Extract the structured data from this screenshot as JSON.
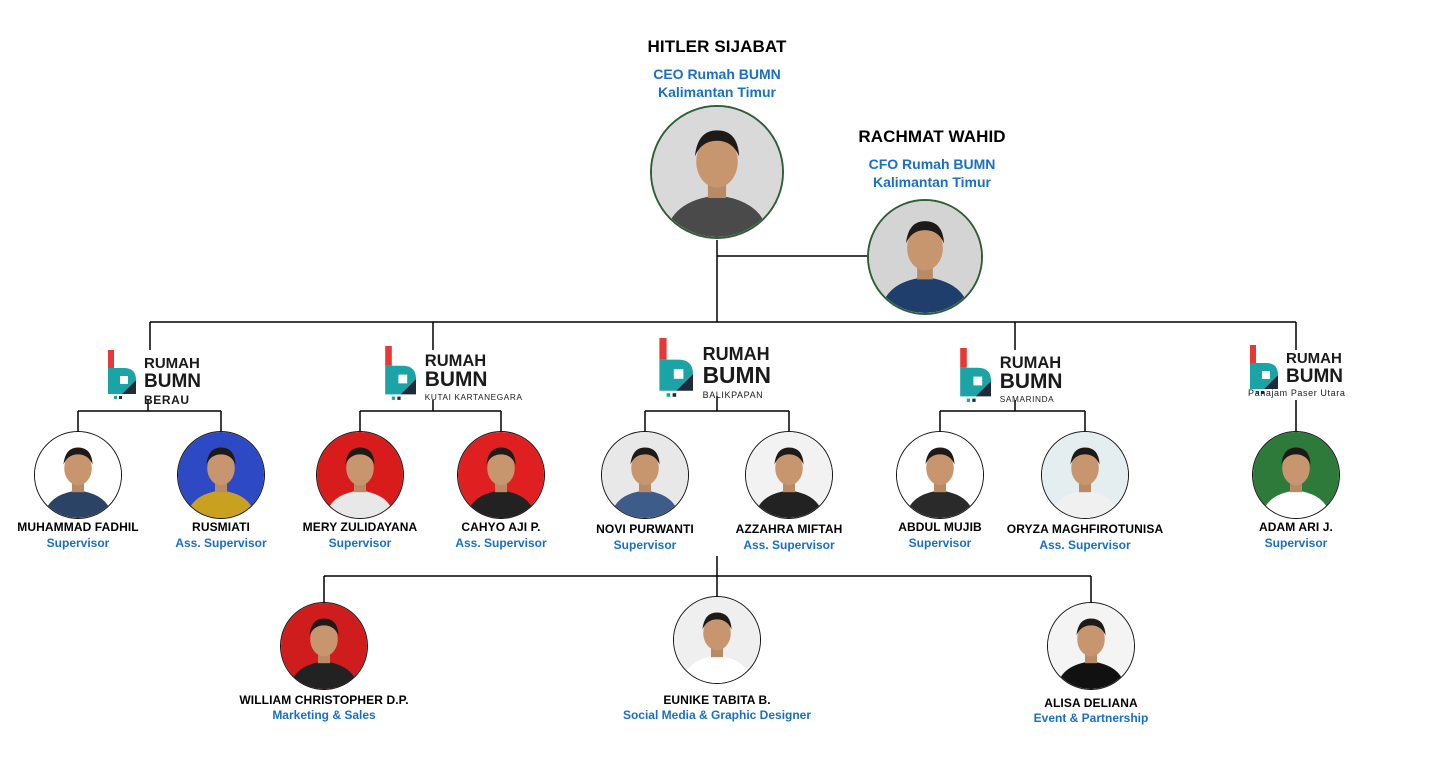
{
  "colors": {
    "name": "#000000",
    "role": "#1a6fc4",
    "line": "#000000",
    "ring": "#2e5e3a",
    "logo_red": "#e53935",
    "logo_teal": "#1ba3a6",
    "logo_dark": "#1f2b3a"
  },
  "executives": [
    {
      "name": "HITLER SIJABAT",
      "role_line1": "CEO Rumah BUMN",
      "role_line2": "Kalimantan Timur",
      "photo": "portrait-ceo",
      "bg": "#d9d9d9",
      "shirt": "#4a4a4a"
    },
    {
      "name": "RACHMAT WAHID",
      "role_line1": "CFO Rumah BUMN",
      "role_line2": "Kalimantan Timur",
      "photo": "portrait-cfo",
      "bg": "#d4d4d4",
      "shirt": "#1f3e6b"
    }
  ],
  "branches": [
    {
      "logo_word1": "RUMAH",
      "logo_word2": "BUMN",
      "logo_sub": "BERAU"
    },
    {
      "logo_word1": "RUMAH",
      "logo_word2": "BUMN",
      "logo_sub": "KUTAI KARTANEGARA"
    },
    {
      "logo_word1": "RUMAH",
      "logo_word2": "BUMN",
      "logo_sub": "BALIKPAPAN"
    },
    {
      "logo_word1": "RUMAH",
      "logo_word2": "BUMN",
      "logo_sub": "SAMARINDA"
    },
    {
      "logo_word1": "RUMAH",
      "logo_word2": "BUMN",
      "logo_sub": "Panajam Paser Utara"
    }
  ],
  "staff": [
    {
      "name": "MUHAMMAD FADHIL",
      "role": "Supervisor",
      "bg": "#ffffff",
      "shirt": "#2b4466"
    },
    {
      "name": "RUSMIATI",
      "role": "Ass. Supervisor",
      "bg": "#2d49c4",
      "shirt": "#c9a020"
    },
    {
      "name": "MERY ZULIDAYANA",
      "role": "Supervisor",
      "bg": "#d81c1c",
      "shirt": "#e8e8e8"
    },
    {
      "name": "CAHYO AJI P.",
      "role": "Ass. Supervisor",
      "bg": "#e02020",
      "shirt": "#222222"
    },
    {
      "name": "NOVI PURWANTI",
      "role": "Supervisor",
      "bg": "#e8e8e8",
      "shirt": "#3d5c8a"
    },
    {
      "name": "AZZAHRA MIFTAH",
      "role": "Ass. Supervisor",
      "bg": "#f2f2f2",
      "shirt": "#222222"
    },
    {
      "name": "ABDUL MUJIB",
      "role": "Supervisor",
      "bg": "#ffffff",
      "shirt": "#2a2a2a"
    },
    {
      "name": "ORYZA MAGHFIROTUNISA",
      "role": "Ass. Supervisor",
      "bg": "#e4eef0",
      "shirt": "#f0f0f0"
    },
    {
      "name": "ADAM ARI J.",
      "role": "Supervisor",
      "bg": "#2d7a3a",
      "shirt": "#ffffff"
    }
  ],
  "team": [
    {
      "name": "WILLIAM CHRISTOPHER D.P.",
      "role": "Marketing & Sales",
      "bg": "#cf1d1d",
      "shirt": "#222222"
    },
    {
      "name": "EUNIKE TABITA B.",
      "role": "Social Media & Graphic Designer",
      "bg": "#efefef",
      "shirt": "#ffffff"
    },
    {
      "name": "ALISA DELIANA",
      "role": "Event & Partnership",
      "bg": "#f4f4f4",
      "shirt": "#111111"
    }
  ]
}
